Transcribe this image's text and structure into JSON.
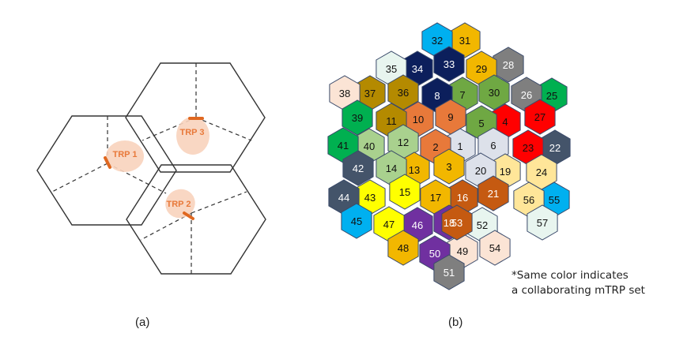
{
  "panel_a": {
    "caption": "(a)",
    "trps": [
      {
        "label": "TRP 1"
      },
      {
        "label": "TRP 3"
      },
      {
        "label": "TRP 2"
      }
    ]
  },
  "panel_b": {
    "caption": "(b)",
    "note_line1": "*Same color indicates",
    "note_line2": "a collaborating mTRP set",
    "cells": [
      {
        "label": "1",
        "color": "#dde1ea"
      },
      {
        "label": "2",
        "color": "#e8793a"
      },
      {
        "label": "3",
        "color": "#f2b700"
      },
      {
        "label": "4",
        "color": "#ff0000"
      },
      {
        "label": "5",
        "color": "#6fa843"
      },
      {
        "label": "6",
        "color": "#dde1ea"
      },
      {
        "label": "7",
        "color": "#6fa843"
      },
      {
        "label": "8",
        "color": "#0c1f5c"
      },
      {
        "label": "9",
        "color": "#e8793a"
      },
      {
        "label": "10",
        "color": "#e8793a"
      },
      {
        "label": "11",
        "color": "#b48a00"
      },
      {
        "label": "12",
        "color": "#a9d18e"
      },
      {
        "label": "13",
        "color": "#f2b700"
      },
      {
        "label": "14",
        "color": "#a9d18e"
      },
      {
        "label": "15",
        "color": "#ffff00"
      },
      {
        "label": "16",
        "color": "#c55a11"
      },
      {
        "label": "17",
        "color": "#f2b700"
      },
      {
        "label": "18",
        "color": "#7030a0"
      },
      {
        "label": "19",
        "color": "#ffe699"
      },
      {
        "label": "20",
        "color": "#dde1ea"
      },
      {
        "label": "21",
        "color": "#c55a11"
      },
      {
        "label": "22",
        "color": "#44546a"
      },
      {
        "label": "23",
        "color": "#ff0000"
      },
      {
        "label": "24",
        "color": "#ffe699"
      },
      {
        "label": "25",
        "color": "#00b050"
      },
      {
        "label": "26",
        "color": "#7f7f7f"
      },
      {
        "label": "27",
        "color": "#ff0000"
      },
      {
        "label": "28",
        "color": "#7f7f7f"
      },
      {
        "label": "29",
        "color": "#f2b700"
      },
      {
        "label": "30",
        "color": "#6fa843"
      },
      {
        "label": "31",
        "color": "#f2b700"
      },
      {
        "label": "32",
        "color": "#00b0f0"
      },
      {
        "label": "33",
        "color": "#0c1f5c"
      },
      {
        "label": "34",
        "color": "#0c1f5c"
      },
      {
        "label": "35",
        "color": "#e8f5ef"
      },
      {
        "label": "36",
        "color": "#b48a00"
      },
      {
        "label": "37",
        "color": "#b48a00"
      },
      {
        "label": "38",
        "color": "#fbe4d5"
      },
      {
        "label": "39",
        "color": "#00b050"
      },
      {
        "label": "40",
        "color": "#a9d18e"
      },
      {
        "label": "41",
        "color": "#00b050"
      },
      {
        "label": "42",
        "color": "#44546a"
      },
      {
        "label": "43",
        "color": "#ffff00"
      },
      {
        "label": "44",
        "color": "#44546a"
      },
      {
        "label": "45",
        "color": "#00b0f0"
      },
      {
        "label": "46",
        "color": "#7030a0"
      },
      {
        "label": "47",
        "color": "#ffff00"
      },
      {
        "label": "48",
        "color": "#f2b700"
      },
      {
        "label": "49",
        "color": "#fbe4d5"
      },
      {
        "label": "50",
        "color": "#7030a0"
      },
      {
        "label": "51",
        "color": "#7f7f7f"
      },
      {
        "label": "52",
        "color": "#e8f5ef"
      },
      {
        "label": "53",
        "color": "#c55a11"
      },
      {
        "label": "54",
        "color": "#fbe4d5"
      },
      {
        "label": "55",
        "color": "#00b0f0"
      },
      {
        "label": "56",
        "color": "#ffe699"
      },
      {
        "label": "57",
        "color": "#e8f5ef"
      }
    ]
  }
}
